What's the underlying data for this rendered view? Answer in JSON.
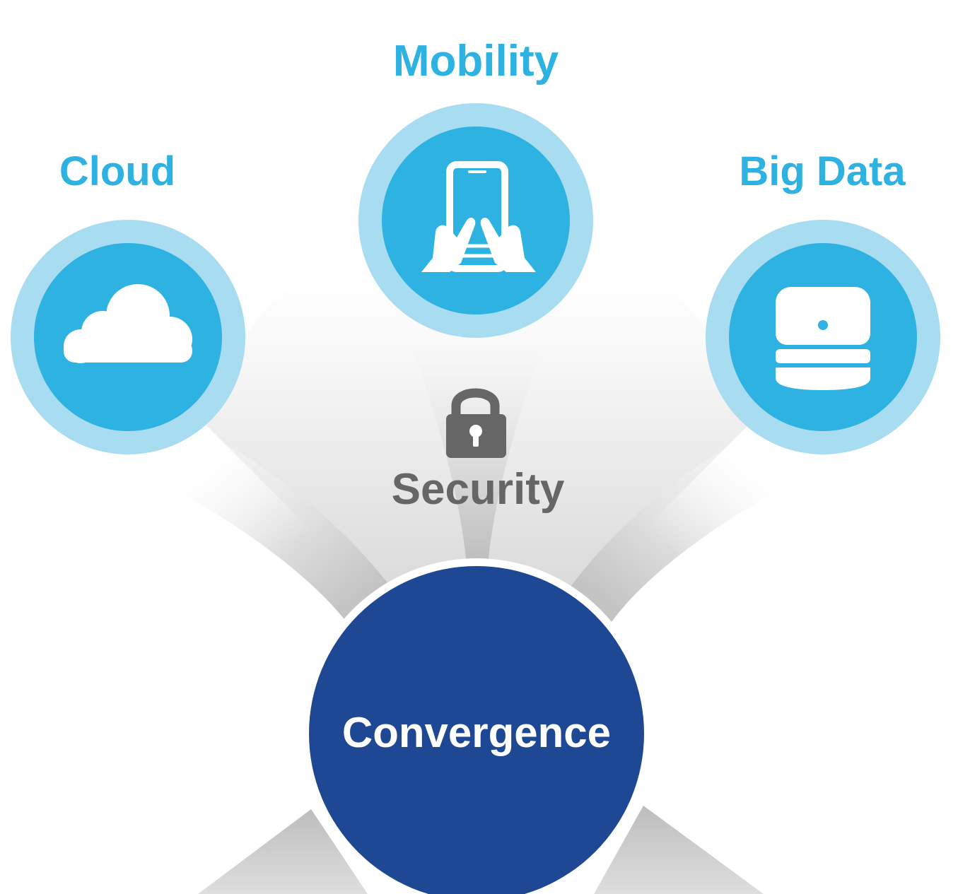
{
  "nodes": {
    "mobility": {
      "label": "Mobility",
      "icon": "smartphone-hands-icon"
    },
    "cloud": {
      "label": "Cloud",
      "icon": "cloud-icon"
    },
    "big_data": {
      "label": "Big Data",
      "icon": "database-icon"
    },
    "security": {
      "label": "Security",
      "icon": "padlock-icon"
    },
    "convergence": {
      "label": "Convergence"
    }
  },
  "colors": {
    "accent_blue": "#2eb2e1",
    "halo_blue": "#a8dcf0",
    "core_navy": "#1f4894",
    "security_gray": "#666666",
    "beam_gray": "#c9c9c9",
    "icon_white": "#ffffff"
  }
}
